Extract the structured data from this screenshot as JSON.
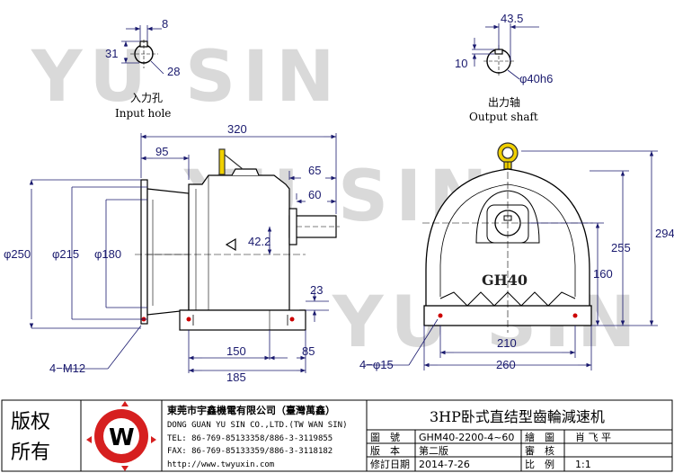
{
  "watermark": "YU SIN",
  "input_hole": {
    "label_cn": "入力孔",
    "label_en": "Input hole",
    "dims": {
      "key_width": "8",
      "bore": "28",
      "key_height": "31"
    }
  },
  "output_shaft": {
    "label_cn": "出力轴",
    "label_en": "Output shaft",
    "dims": {
      "key_height": "43.5",
      "key_width": "10",
      "diameter": "φ40h6"
    }
  },
  "side_view": {
    "dims": {
      "overall_length": "320",
      "flange_to_case": "95",
      "shaft_65": "65",
      "shaft_60": "60",
      "center_offset": "42.2",
      "dia_250": "φ250",
      "dia_215": "φ215",
      "dia_180": "φ180",
      "base_thickness": "23",
      "foot_150": "150",
      "foot_85": "85",
      "foot_185": "185",
      "bolt_holes": "4−M12"
    }
  },
  "front_view": {
    "cast_mark": "GH40",
    "dims": {
      "overall_height": "294",
      "housing_height": "255",
      "center_height": "160",
      "foot_210": "210",
      "foot_260": "260",
      "foot_holes": "4−φ15"
    }
  },
  "title_block": {
    "copyright_line1": "版权",
    "copyright_line2": "所有",
    "logo_letter": "W",
    "company_cn": "東莞市宇鑫機電有限公司（臺灣萬鑫）",
    "company_en": "DONG GUAN YU SIN CO.,LTD.(TW WAN SIN)",
    "tel": "TEL: 86-769-85133358/886-3-3119855",
    "fax": "FAX: 86-769-85133359/886-3-3118182",
    "http": "http://www.twyuxin.com",
    "title": "3HP卧式直结型齒輪減速机",
    "rows": [
      {
        "k1": "圖　號",
        "v1": "GHM40-2200-4~60",
        "k2": "繪　圖",
        "v2": "肖 飞 平"
      },
      {
        "k1": "版　本",
        "v1": "第二版",
        "k2": "審　核",
        "v2": ""
      },
      {
        "k1": "修訂日期",
        "v1": "2014-7-26",
        "k2": "比　例",
        "v2": "1:1"
      }
    ]
  }
}
